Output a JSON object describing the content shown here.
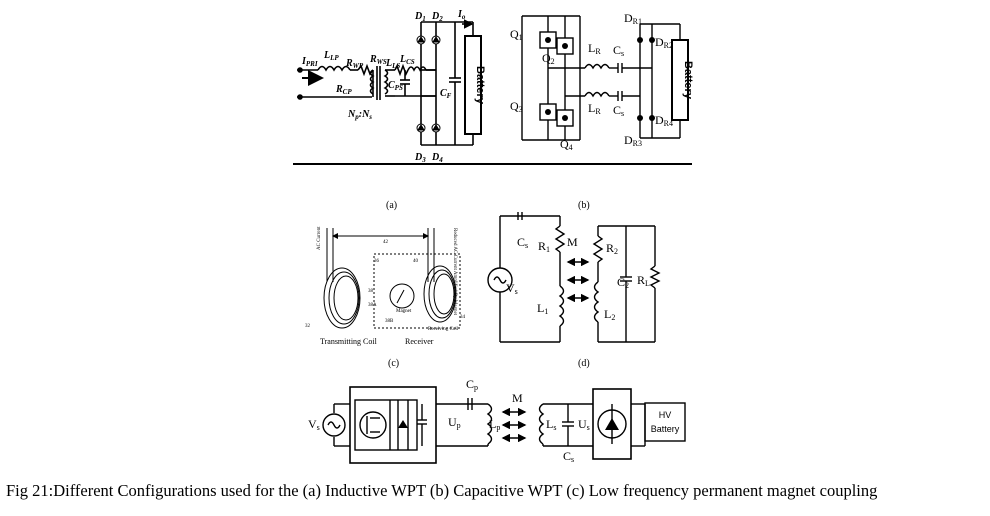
{
  "caption": "Fig 21:Different Configurations used for the (a) Inductive WPT (b) Capacitive WPT (c) Low frequency permanent magnet coupling",
  "panel_a": {
    "label": "(a)",
    "source_label": "I",
    "source_sub": "PRI",
    "lp": "L",
    "lp_sub": "LP",
    "rwp": "R",
    "rwp_sub": "WP",
    "rcp": "R",
    "rcp_sub": "CP",
    "ratio": "N",
    "ratio_sub1": "p",
    "ratio_mid": ":N",
    "ratio_sub2": "s",
    "rws": "R",
    "rws_sub": "WS",
    "lls": "L",
    "lls_sub": "LS",
    "lcs": "L",
    "lcs_sub": "CS",
    "cps": "C",
    "cps_sub": "PS",
    "cf": "C",
    "cf_sub": "F",
    "d1": "D",
    "d1_sub": "1",
    "d2": "D",
    "d2_sub": "2",
    "d3": "D",
    "d3_sub": "3",
    "d4": "D",
    "d4_sub": "4",
    "io": "I",
    "io_sub": "o",
    "battery": "Battery"
  },
  "panel_b": {
    "label": "(b)",
    "q1": "Q",
    "q1_sub": "1",
    "q2": "Q",
    "q2_sub": "2",
    "q3": "Q",
    "q3_sub": "3",
    "q4": "Q",
    "q4_sub": "4",
    "lr_top": "L",
    "lr_top_sub": "R",
    "lr_bot": "L",
    "lr_bot_sub": "R",
    "cs_top": "C",
    "cs_top_sub": "s",
    "cs_bot": "C",
    "cs_bot_sub": "s",
    "dr1": "D",
    "dr1_sub": "R1",
    "dr2": "D",
    "dr2_sub": "R2",
    "dr3": "D",
    "dr3_sub": "R3",
    "dr4": "D",
    "dr4_sub": "R4",
    "battery": "Battery"
  },
  "panel_c": {
    "label": "(c)",
    "transmitting": "Transmitting Coil",
    "receiver": "Receiver",
    "magnet": "Magnet",
    "receiving_coil": "Receiving Coil",
    "ac_current": "AC Current",
    "reduced_current": "Reduced AC Current Amplified By Magnet",
    "n40": "40",
    "n42": "42",
    "n32": "32",
    "n34": "34",
    "n36": "36",
    "n38": "38",
    "n38a": "38A",
    "n38b": "38B",
    "n40b": "40"
  },
  "panel_d": {
    "label": "(d)",
    "cs": "C",
    "cs_sub": "s",
    "r1": "R",
    "r1_sub": "1",
    "m": "M",
    "vs": "V",
    "vs_sub": "s",
    "l1": "L",
    "l1_sub": "1",
    "r2": "R",
    "r2_sub": "2",
    "l2": "L",
    "l2_sub": "2",
    "c2": "C",
    "c2_sub": "2",
    "rl": "R",
    "rl_sub": "L"
  },
  "panel_e": {
    "vs": "V",
    "vs_sub": "s",
    "cp": "C",
    "cp_sub": "p",
    "up": "U",
    "up_sub": "p",
    "lp": "L",
    "lp_sub": "p",
    "m": "M",
    "ls": "L",
    "ls_sub": "s",
    "us": "U",
    "us_sub": "s",
    "cs": "C",
    "cs_sub": "s",
    "hv": "HV",
    "battery": "Battery"
  }
}
